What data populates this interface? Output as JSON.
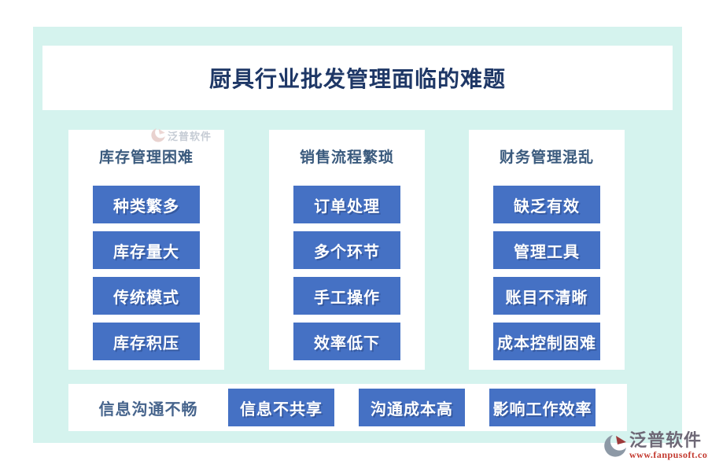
{
  "page": {
    "title": "厨具行业批发管理面临的难题"
  },
  "columns": [
    {
      "header": "库存管理困难",
      "items": [
        "种类繁多",
        "库存量大",
        "传统模式",
        "库存积压"
      ]
    },
    {
      "header": "销售流程繁琐",
      "items": [
        "订单处理",
        "多个环节",
        "手工操作",
        "效率低下"
      ]
    },
    {
      "header": "财务管理混乱",
      "items": [
        "缺乏有效",
        "管理工具",
        "账目不清晰",
        "成本控制困难"
      ]
    }
  ],
  "bottom_row": {
    "label": "信息沟通不畅",
    "items": [
      "信息不共享",
      "沟通成本高",
      "影响工作效率"
    ]
  },
  "watermark": {
    "text": "泛普软件"
  },
  "brand": {
    "name": "泛普软件",
    "url": "www.fanpusoft.com"
  },
  "colors": {
    "background_mint": "#d5f3ee",
    "panel_white": "#ffffff",
    "box_blue": "#4571c4",
    "title_navy": "#1e3766",
    "header_slate": "#3a5a7d",
    "brand_red": "#c3392f"
  }
}
